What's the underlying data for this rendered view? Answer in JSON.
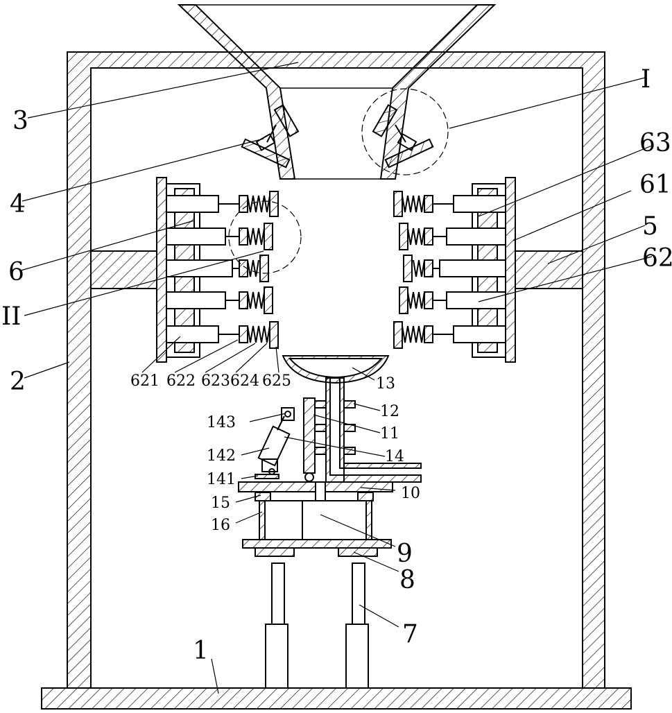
{
  "labels": {
    "l1": "1",
    "l2": "2",
    "l3": "3",
    "l4": "4",
    "l5": "5",
    "l6": "6",
    "l7": "7",
    "l8": "8",
    "l9": "9",
    "l10": "10",
    "l11": "11",
    "l12": "12",
    "l13": "13",
    "l14": "14",
    "l15": "15",
    "l16": "16",
    "l61": "61",
    "l62": "62",
    "l63": "63",
    "l141": "141",
    "l142": "142",
    "l143": "143",
    "l621": "621",
    "l622": "622",
    "l623": "623",
    "l624": "624",
    "l625": "625",
    "lI": "I",
    "lII": "II"
  }
}
